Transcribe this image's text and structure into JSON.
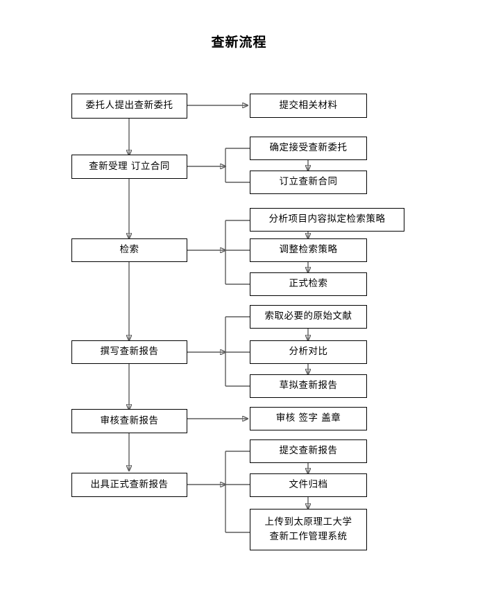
{
  "title": "查新流程",
  "diagram": {
    "type": "flowchart",
    "orientation": "vertical-main-with-right-branches",
    "main_stages": [
      {
        "id": "stage-1",
        "label": "委托人提出查新委托"
      },
      {
        "id": "stage-2",
        "label": "查新受理 订立合同"
      },
      {
        "id": "stage-3",
        "label": "检索"
      },
      {
        "id": "stage-4",
        "label": "撰写查新报告"
      },
      {
        "id": "stage-5",
        "label": "审核查新报告"
      },
      {
        "id": "stage-6",
        "label": "出具正式查新报告"
      }
    ],
    "branch_groups": [
      {
        "id": "group-1",
        "from": "stage-1",
        "bracket": false,
        "items": [
          {
            "id": "b1-1",
            "label": "提交相关材料"
          }
        ]
      },
      {
        "id": "group-2",
        "from": "stage-2",
        "bracket": true,
        "items": [
          {
            "id": "b2-1",
            "label": "确定接受查新委托"
          },
          {
            "id": "b2-2",
            "label": "订立查新合同"
          }
        ]
      },
      {
        "id": "group-3",
        "from": "stage-3",
        "bracket": true,
        "items": [
          {
            "id": "b3-1",
            "label": "分析项目内容拟定检索策略"
          },
          {
            "id": "b3-2",
            "label": "调整检索策略"
          },
          {
            "id": "b3-3",
            "label": "正式检索"
          }
        ]
      },
      {
        "id": "group-4",
        "from": "stage-4",
        "bracket": true,
        "items": [
          {
            "id": "b4-1",
            "label": "索取必要的原始文献"
          },
          {
            "id": "b4-2",
            "label": "分析对比"
          },
          {
            "id": "b4-3",
            "label": "草拟查新报告"
          }
        ]
      },
      {
        "id": "group-5",
        "from": "stage-5",
        "bracket": false,
        "items": [
          {
            "id": "b5-1",
            "label": "审核 签字 盖章"
          }
        ]
      },
      {
        "id": "group-6",
        "from": "stage-6",
        "bracket": true,
        "items": [
          {
            "id": "b6-1",
            "label": "提交查新报告"
          },
          {
            "id": "b6-2",
            "label": "文件归档"
          },
          {
            "id": "b6-3-line-1",
            "label": "上传到太原理工大学"
          },
          {
            "id": "b6-3-line-2",
            "label": "查新工作管理系统"
          }
        ]
      }
    ],
    "colors": {
      "box_border": "#000000",
      "box_fill": "#ffffff",
      "connector": "#5c5c5c",
      "text": "#000000",
      "background": "#ffffff"
    }
  }
}
